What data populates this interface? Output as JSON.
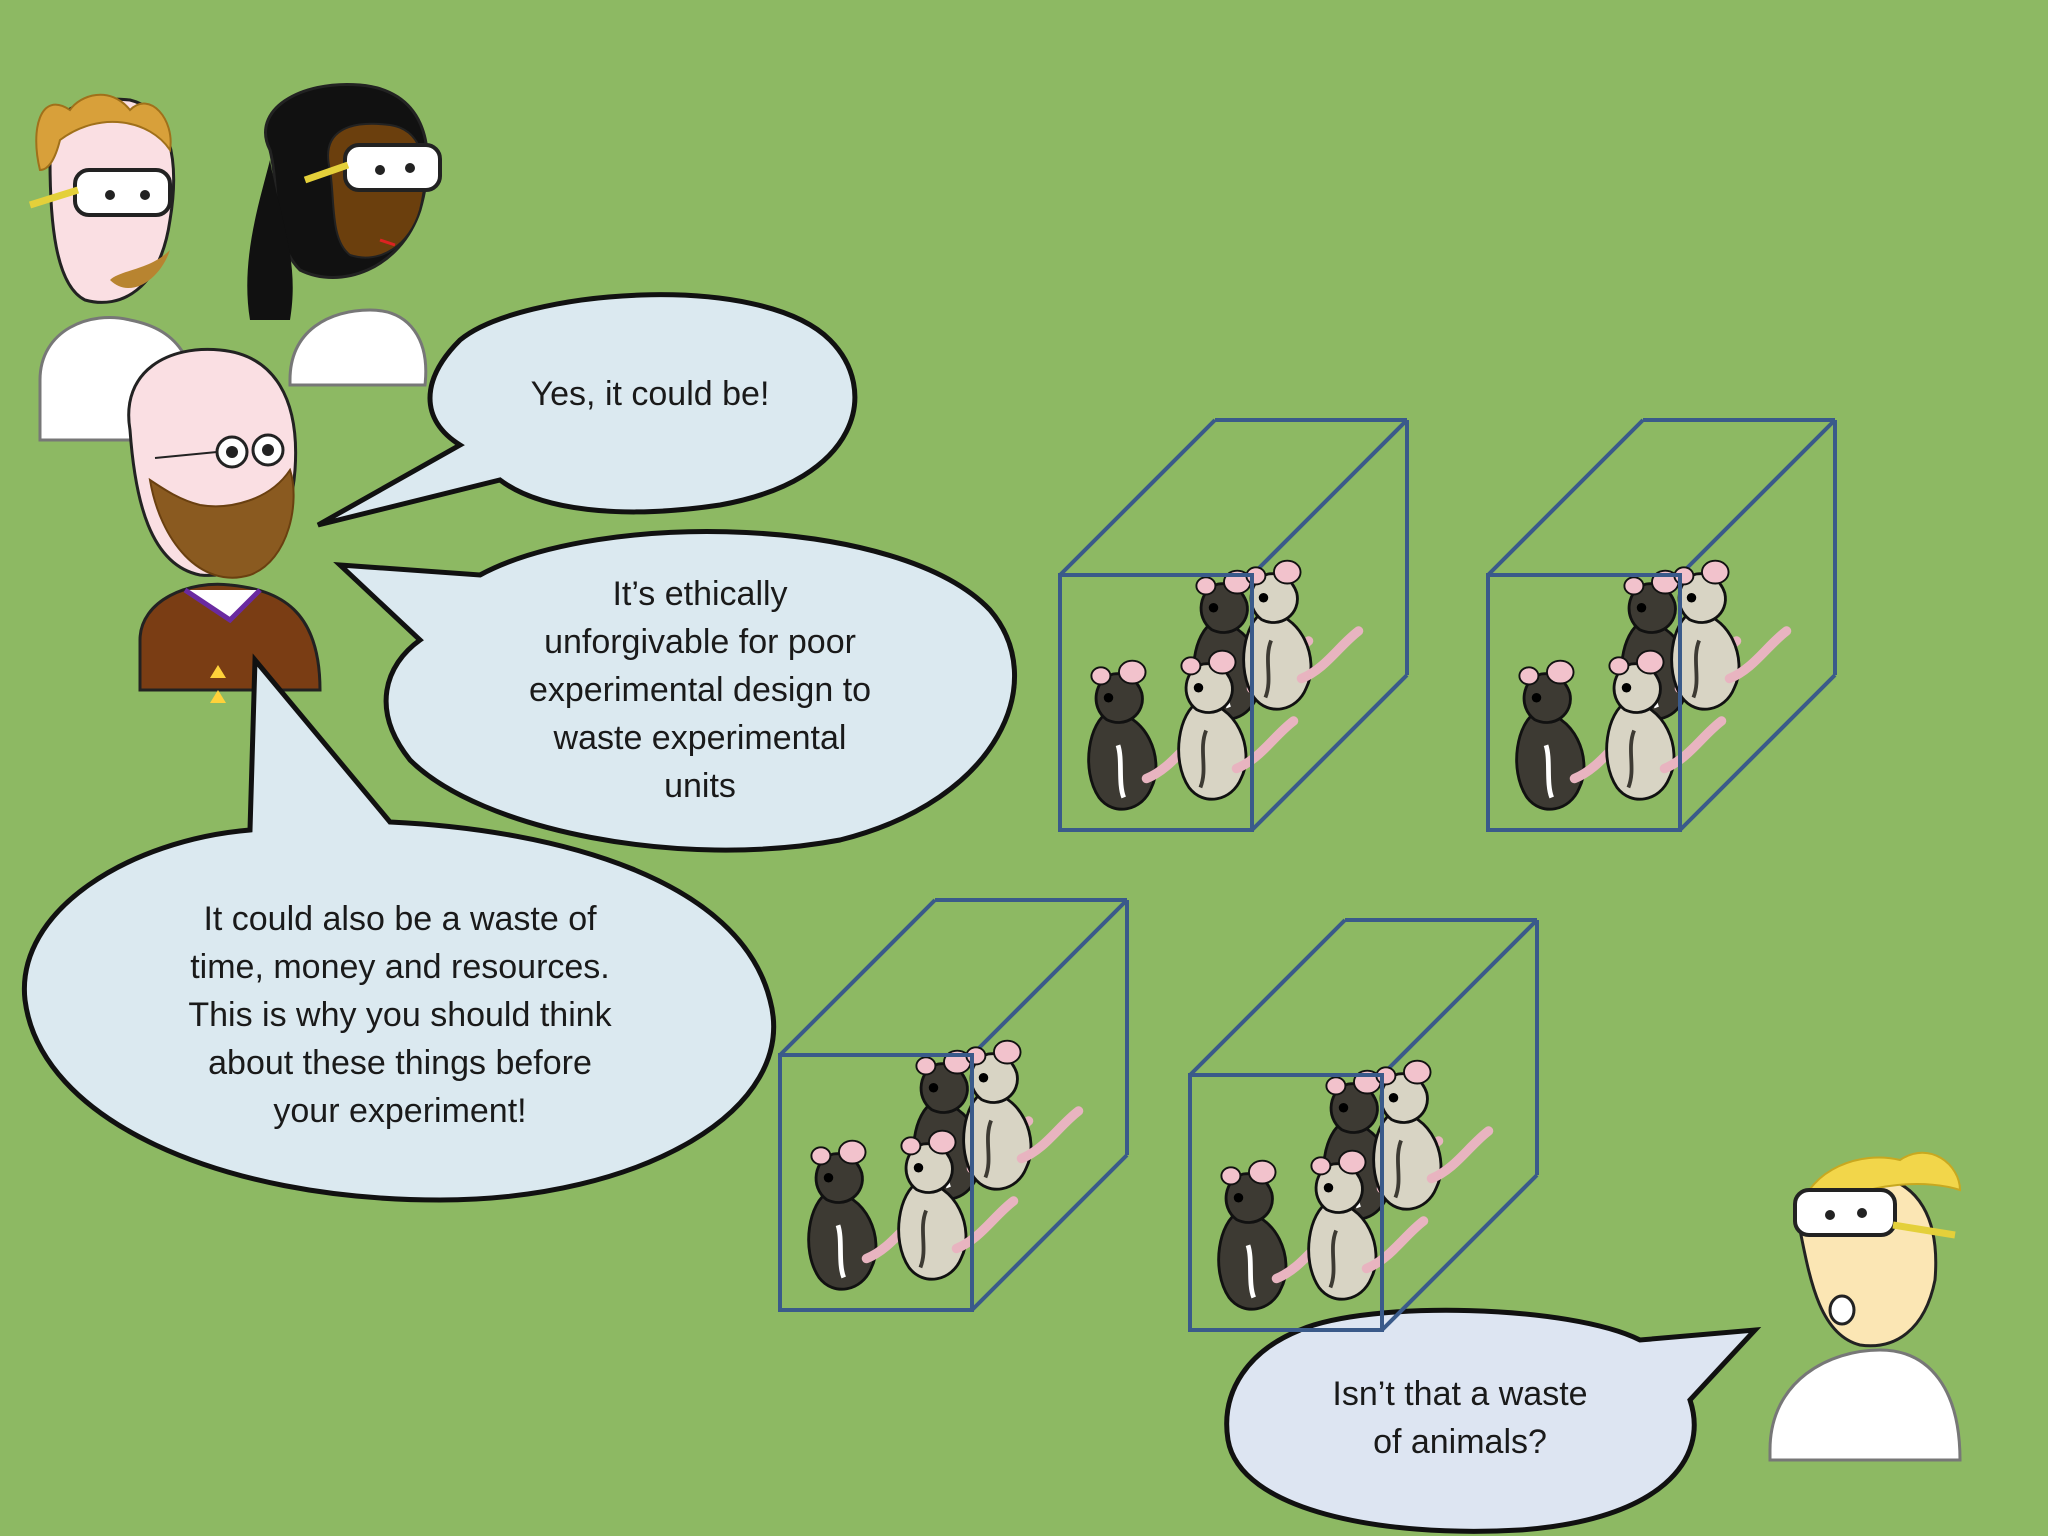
{
  "scene": {
    "background": "#8db963",
    "bubble_fill": "#dbe9f0",
    "bubble_fill_question": "#dde5f2",
    "cage_stroke": "#3a5a8a"
  },
  "speech": {
    "yes_reply": "Yes, it could be!",
    "ethics_reply": "It’s ethically\nunforgivable for poor\nexperimental design to\nwaste experimental\nunits",
    "waste_reply": "It could also be a waste of\ntime, money and resources.\nThis is why you should think\nabout these things before\nyour experiment!",
    "question": "Isn’t that a waste\nof animals?"
  },
  "cages": [
    {
      "mice": [
        "dark",
        "dark",
        "light",
        "light"
      ]
    },
    {
      "mice": [
        "dark",
        "dark",
        "light",
        "light"
      ]
    },
    {
      "mice": [
        "dark",
        "dark",
        "light",
        "light"
      ]
    },
    {
      "mice": [
        "dark",
        "dark",
        "light",
        "light"
      ]
    }
  ]
}
